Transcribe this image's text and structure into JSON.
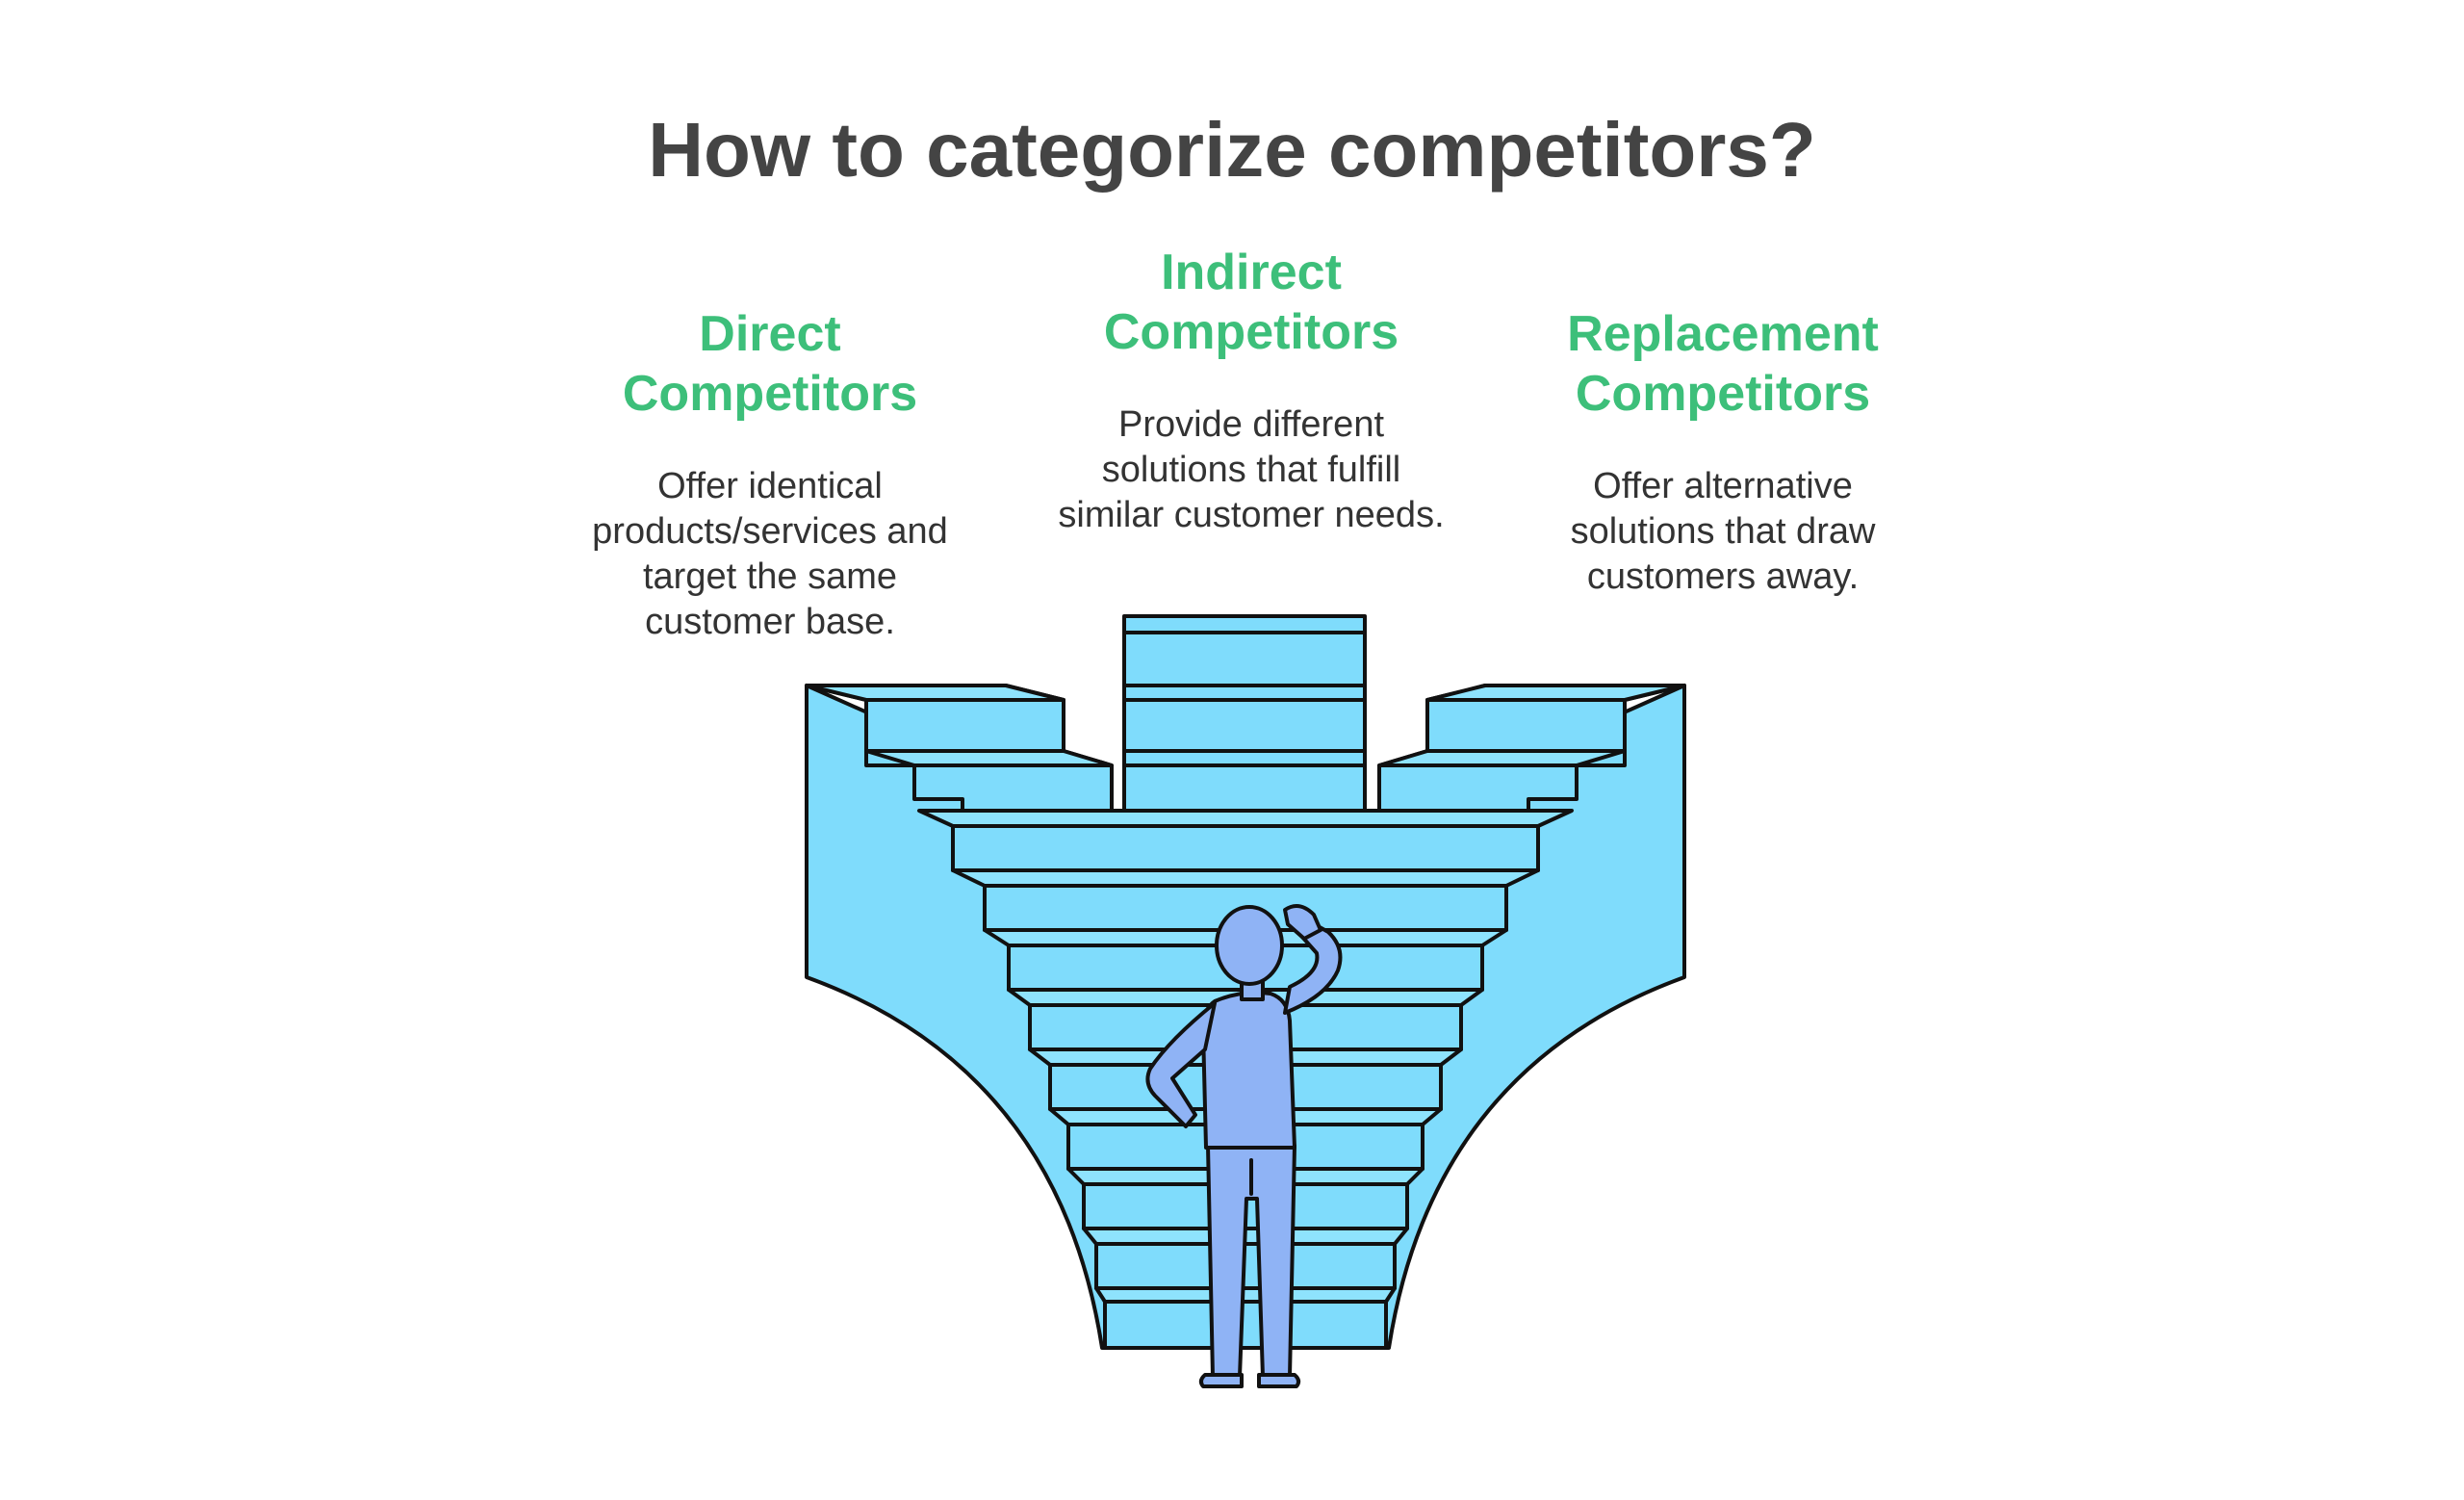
{
  "title": "How to categorize competitors?",
  "columns": [
    {
      "heading_line1": "Direct",
      "heading_line2": "Competitors",
      "desc_lines": [
        "Offer identical",
        "products/services and",
        "target the same",
        "customer base."
      ]
    },
    {
      "heading_line1": "Indirect",
      "heading_line2": "Competitors",
      "desc_lines": [
        "Provide different",
        "solutions that fulfill",
        "similar customer needs."
      ]
    },
    {
      "heading_line1": "Replacement",
      "heading_line2": "Competitors",
      "desc_lines": [
        "Offer alternative",
        "solutions that draw",
        "customers away."
      ]
    }
  ],
  "colors": {
    "heading": "#3dbf7a",
    "title": "#444444",
    "body_text": "#333333",
    "stairs_fill": "#7fdcfc",
    "stairs_top": "#8ee3fd",
    "person": "#8fb3f5",
    "outline": "#111111"
  },
  "illustration": {
    "person_icon": "thinking-person-icon",
    "stairs_icon": "converging-staircase-icon"
  }
}
